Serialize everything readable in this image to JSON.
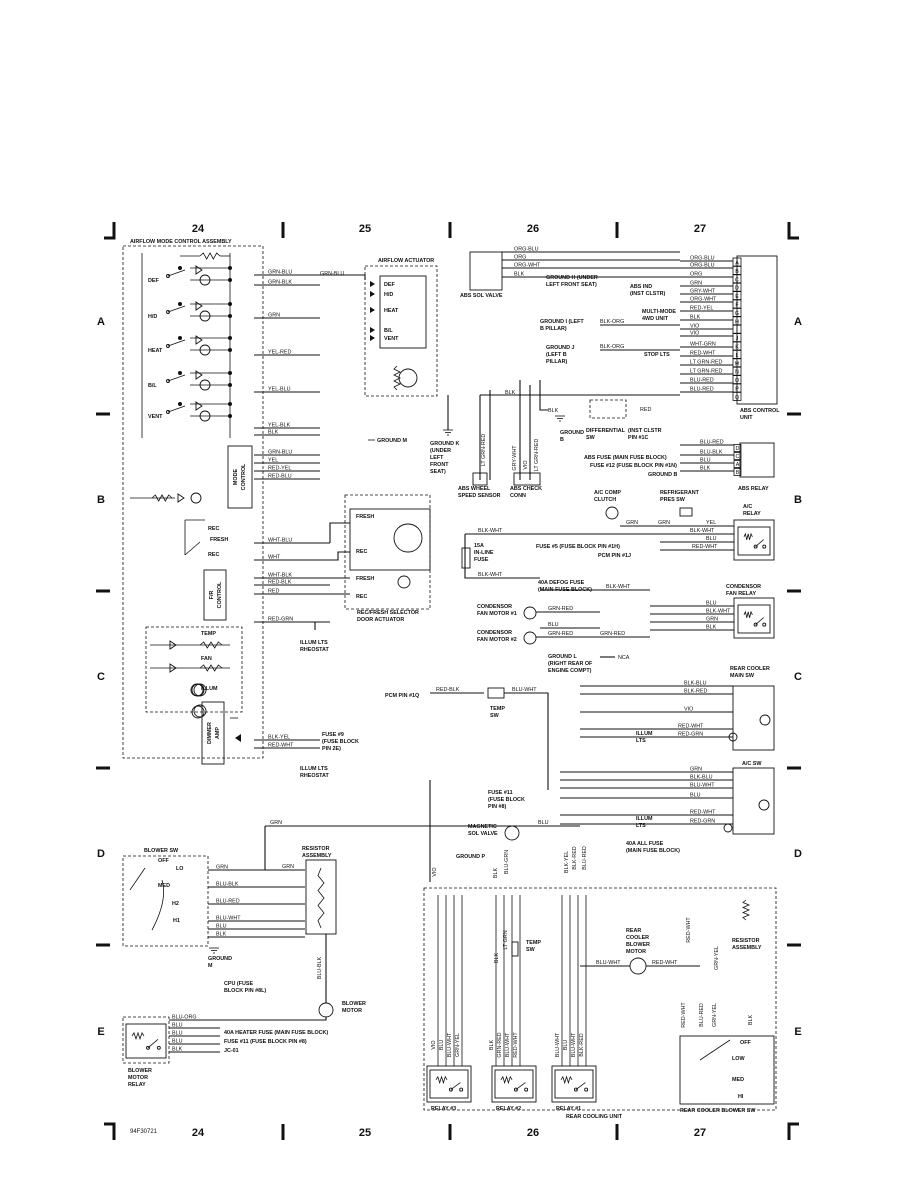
{
  "grid": {
    "columns": [
      "24",
      "25",
      "26",
      "27"
    ],
    "rows": [
      "A",
      "B",
      "C",
      "D",
      "E"
    ]
  },
  "code": "94F30721",
  "components": {
    "airflow_assembly": "AIRFLOW MODE CONTROL ASSEMBLY",
    "airflow_actuator": "AIRFLOW ACTUATOR",
    "abs_sol_valve": "ABS SOL VALVE",
    "abs_control_unit": [
      "ABS CONTROL",
      "UNIT"
    ],
    "abs_relay": "ABS RELAY",
    "ac_relay": [
      "A/C",
      "RELAY"
    ],
    "condenser_fan_relay": [
      "CONDENSOR",
      "FAN RELAY"
    ],
    "rear_cooler_main_sw": [
      "REAR COOLER",
      "MAIN SW"
    ],
    "ac_sw": "A/C SW",
    "rec_fresh_actuator": [
      "REC/FRESH SELECTOR",
      "DOOR ACTUATOR"
    ],
    "mode_control": [
      "MODE",
      "CONTROL"
    ],
    "fr_control": [
      "F/R",
      "CONTROL"
    ],
    "dimmer_amp": [
      "DIMMER",
      "AMP"
    ],
    "blower_sw": "BLOWER SW",
    "resistor_assembly": [
      "RESISTOR",
      "ASSEMBLY"
    ],
    "blower_motor": [
      "BLOWER",
      "MOTOR"
    ],
    "blower_motor_relay": [
      "BLOWER",
      "MOTOR",
      "RELAY"
    ],
    "rear_cooling_unit": "REAR COOLING UNIT",
    "rear_cooler_blower_sw": "REAR COOLER BLOWER SW",
    "relays": [
      "RELAY #3",
      "RELAY #2",
      "RELAY #1"
    ],
    "rear_cooler_blower_motor": [
      "REAR",
      "COOLER",
      "BLOWER",
      "MOTOR"
    ],
    "rear_resistor_assembly": [
      "RESISTOR",
      "ASSEMBLY"
    ],
    "temp_sw": [
      "TEMP",
      "SW"
    ],
    "magnetic_sol_valve": [
      "MAGNETIC",
      "SOL VALVE"
    ],
    "differential_sw": [
      "DIFFERENTIAL",
      "SW"
    ],
    "ac_comp_clutch": [
      "A/C COMP",
      "CLUTCH"
    ],
    "refrigerant_pres_sw": [
      "REFRIGERANT",
      "PRES SW"
    ],
    "abs_wheel_speed_sensor": [
      "ABS WHEEL",
      "SPEED SENSOR"
    ],
    "abs_check_conn": [
      "ABS CHECK",
      "CONN"
    ],
    "inline_fuse": [
      "15A",
      "IN-LINE",
      "FUSE"
    ],
    "condensor_fan_motor_1": [
      "CONDENSOR",
      "FAN MOTOR #1"
    ],
    "condensor_fan_motor_2": [
      "CONDENSOR",
      "FAN MOTOR #2"
    ],
    "illum_lts_rheostat": [
      "ILLUM LTS",
      "RHEOSTAT"
    ],
    "temp_sw_rear": [
      "TEMP",
      "SW"
    ]
  },
  "switch_labels": {
    "mode": [
      "DEF",
      "H/D",
      "HEAT",
      "B/L",
      "VENT"
    ],
    "rec_fresh": [
      "REC",
      "FRESH",
      "REC"
    ],
    "panel": [
      "TEMP",
      "FAN",
      "ILLUM"
    ],
    "actuator": [
      "DEF",
      "H/D",
      "HEAT",
      "B/L",
      "VENT"
    ],
    "rf_actuator": [
      "FRESH",
      "REC",
      "FRESH",
      "REC"
    ],
    "blower": [
      "OFF",
      "LO",
      "MED",
      "H2",
      "H1"
    ],
    "rear_blower": [
      "OFF",
      "LOW",
      "MED",
      "HI"
    ],
    "abs_pins": [
      "A",
      "B",
      "C",
      "D",
      "E",
      "F",
      "G",
      "H",
      "I",
      "J",
      "K",
      "L",
      "M",
      "N",
      "O",
      "P",
      "Q"
    ],
    "abs_relay_pins": [
      "D",
      "C",
      "A",
      "B"
    ]
  },
  "wires": {
    "airflow": [
      "GRN-BLU",
      "GRN-BLK",
      "GRN",
      "YEL-RED",
      "YEL-BLU",
      "YEL-BLK",
      "BLK",
      "GRN-BLU",
      "YEL",
      "RED-YEL",
      "RED-BLU"
    ],
    "recfresh": [
      "WHT-BLU",
      "WHT",
      "WHT-BLK",
      "RED-BLK",
      "RED",
      "RED-GRN"
    ],
    "dimmer": [
      "BLK-YEL",
      "RED-WHT"
    ],
    "abs_top": [
      "ORG-BLU",
      "ORG",
      "ORG-WHT",
      "BLK"
    ],
    "abs_right": [
      "ORG-BLU",
      "ORG-BLU",
      "ORG",
      "GRN",
      "GRY-WHT",
      "ORG-WHT",
      "RED-YEL",
      "BLK",
      "VIO",
      "VIO",
      "WHT-GRN",
      "RED-WHT",
      "LT GRN-RED",
      "LT GRN-RED",
      "BLU-RED",
      "BLU-RED"
    ],
    "abs_lower": [
      "BLK",
      "BLK",
      "LT GRN-RED",
      "GRY-WHT",
      "VIO",
      "LT GRN-RED",
      "BLK-ORG",
      "BLK-ORG",
      "RED",
      "BLU-RED",
      "BLU-BLK",
      "BLU",
      "BLK"
    ],
    "ac": [
      "GRN",
      "GRN",
      "YEL",
      "BLK-WHT",
      "BLK-WHT",
      "BLU",
      "RED-WHT",
      "BLK-WHT",
      "BLK-WHT"
    ],
    "condenser": [
      "BLU",
      "BLK-WHT",
      "GRN",
      "BLK",
      "GRN-RED",
      "BLU",
      "GRN-RED",
      "GRN-RED",
      "NCA"
    ],
    "rear": [
      "RED-BLK",
      "BLU-WHT",
      "BLK-BLU",
      "BLK-RED",
      "VIO",
      "RED-WHT",
      "RED-GRN",
      "GRN",
      "BLK-BLU",
      "BLU-WHT",
      "BLU",
      "RED-WHT",
      "RED-GRN",
      "BLU",
      "VIO",
      "BLK",
      "BLU-GRN",
      "BLK-YEL",
      "BLK-RED",
      "BLU-RED"
    ],
    "blower": [
      "GRN",
      "GRN",
      "BLU-BLK",
      "BLU-RED",
      "BLU-WHT",
      "BLU",
      "BLK",
      "BLU-BLK",
      "BLU-ORG",
      "BLU",
      "BLU",
      "BLU",
      "BLK"
    ],
    "rear_unit": [
      "VIO",
      "BLU",
      "BLU-WHT",
      "GRN-YEL",
      "BLK",
      "LT GRN",
      "BLU-WHT",
      "RED-WHT",
      "GRN-YEL",
      "RED-WHT",
      "BLU-RED",
      "BLK",
      "BLK",
      "GRN-RED",
      "BLU-WHT",
      "BLU",
      "BLU-WHT",
      "BLK-YEL",
      "BLK-RED"
    ]
  },
  "refs": {
    "ground_m_top": "GROUND M",
    "ground_h": [
      "GROUND H (UNDER",
      "LEFT FRONT SEAT)"
    ],
    "abs_ind": [
      "ABS IND",
      "(INST CLSTR)"
    ],
    "multi_mode": [
      "MULTI-MODE",
      "4WD UNIT"
    ],
    "ground_i": [
      "GROUND I (LEFT",
      "B PILLAR)"
    ],
    "ground_j": [
      "GROUND J",
      "(LEFT B",
      "PILLAR)"
    ],
    "stop_lts": "STOP LTS",
    "ground_k": [
      "GROUND K",
      "(UNDER",
      "LEFT",
      "FRONT",
      "SEAT)"
    ],
    "ground_b": [
      "GROUND",
      "B"
    ],
    "inst_clstr": [
      "(INST CLSTR",
      "PIN #1C"
    ],
    "abs_fuse": "ABS FUSE (MAIN FUSE BLOCK)",
    "fuse12": "FUSE #12 (FUSE BLOCK PIN #1N)",
    "ground_b2": "GROUND B",
    "fuse5": "FUSE #5 (FUSE BLOCK PIN #1H)",
    "pcm_1j": "PCM PIN #1J",
    "defog": [
      "40A DEFOG FUSE",
      "(MAIN FUSE BLOCK)"
    ],
    "ground_l": [
      "GROUND L",
      "(RIGHT REAR OF",
      "ENGINE COMPT)"
    ],
    "pcm_1q": "PCM PIN #1Q",
    "fuse9": [
      "FUSE #9",
      "(FUSE BLOCK",
      "PIN 2E)"
    ],
    "fuse11": [
      "FUSE #11",
      "(FUSE BLOCK",
      "PIN #8)"
    ],
    "all_fuse": [
      "40A ALL FUSE",
      "(MAIN FUSE BLOCK)"
    ],
    "ground_p": "GROUND P",
    "ground_m_bottom": [
      "GROUND",
      "M"
    ],
    "cpu": [
      "CPU (FUSE",
      "BLOCK PIN #8L)"
    ],
    "heater_fuse": "40A HEATER FUSE (MAIN FUSE BLOCK)",
    "fuse11_b": "FUSE #11 (FUSE BLOCK PIN #8)",
    "jc01": "JC-01",
    "illum_lts": [
      "ILLUM",
      "LTS"
    ]
  }
}
